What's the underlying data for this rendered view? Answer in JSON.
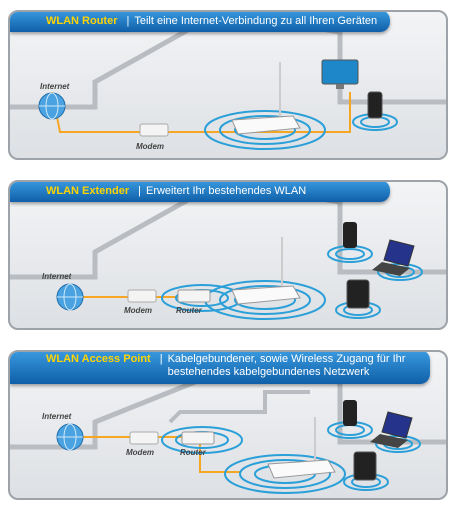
{
  "panels": [
    {
      "mode": "WLAN Router",
      "description": "Teilt eine Internet-Verbindung zu all Ihren Geräten",
      "labels": {
        "internet": "Internet",
        "modem": "Modem"
      }
    },
    {
      "mode": "WLAN Extender",
      "description": "Erweitert Ihr bestehendes WLAN",
      "labels": {
        "internet": "Internet",
        "modem": "Modem",
        "router": "Router"
      }
    },
    {
      "mode": "WLAN Access Point",
      "description_line1": "Kabelgebundener, sowie  Wireless  Zugang für Ihr",
      "description_line2": "bestehendes kabelgebundenes Netzwerk",
      "labels": {
        "internet": "Internet",
        "modem": "Modem",
        "router": "Router"
      }
    }
  ],
  "colors": {
    "banner": "#1a78c8",
    "mode_text": "#ffd400",
    "cable": "#f5a623",
    "wifi": "#2a9fd8",
    "panel_border": "#9ea3a9"
  },
  "icons": [
    "globe-icon",
    "modem-icon",
    "router-icon",
    "wlan-device-icon",
    "monitor-icon",
    "phone-icon",
    "tablet-icon",
    "laptop-icon",
    "wifi-waves-icon"
  ]
}
